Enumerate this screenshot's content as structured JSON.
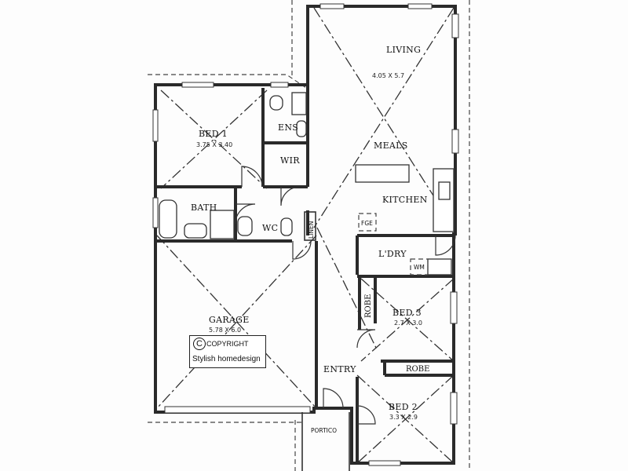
{
  "rooms": {
    "living": {
      "name": "LIVING",
      "dims": "4.05 X 5.7"
    },
    "meals": {
      "name": "MEALS"
    },
    "kitchen": {
      "name": "KITCHEN"
    },
    "bed1": {
      "name": "BED 1",
      "dims": "3.75 X 3.40"
    },
    "ens": {
      "name": "ENS"
    },
    "wir": {
      "name": "WIR"
    },
    "bath": {
      "name": "BATH"
    },
    "wc": {
      "name": "WC"
    },
    "linen": {
      "name": "LINEN"
    },
    "fge": {
      "name": "FGE"
    },
    "ldry": {
      "name": "L'DRY"
    },
    "wm": {
      "name": "WM"
    },
    "garage": {
      "name": "GARAGE",
      "dims": "5.78 X 6.0"
    },
    "robe_bed3": {
      "name": "ROBE"
    },
    "bed3": {
      "name": "BED 3",
      "dims": "2.7 X 3.0"
    },
    "robe_bed2": {
      "name": "ROBE"
    },
    "entry": {
      "name": "ENTRY"
    },
    "bed2": {
      "name": "BED 2",
      "dims": "3.3 X 2.9"
    },
    "portico": {
      "name": "PORTICO"
    }
  },
  "watermark": {
    "symbol": "C",
    "line1": "COPYRIGHT",
    "line2": "Stylish homedesign"
  }
}
